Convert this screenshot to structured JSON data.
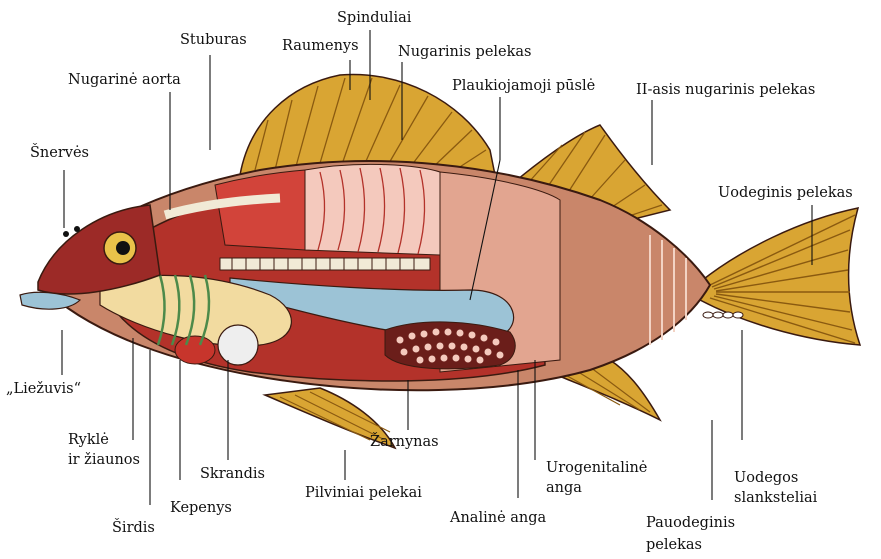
{
  "labels": {
    "spinduliai": "Spinduliai",
    "stuburas": "Stuburas",
    "raumenys": "Raumenys",
    "nugarinis_pelekas": "Nugarinis pelekas",
    "nugarine_aorta": "Nugarinė aorta",
    "plaukiojamoji_puslė": "Plaukiojamoji pūslė",
    "ii_asis_nugarinis_pelekas": "II-asis nugarinis pelekas",
    "snerves": "Šnervės",
    "uodeginis_pelekas": "Uodeginis pelekas",
    "liezuvis": "„Liežuvis“",
    "rykle_line1": "Ryklė",
    "rykle_line2": "ir žiaunos",
    "zarnynas": "Žarnynas",
    "urogenitaline_line1": "Urogenitalinė",
    "urogenitaline_line2": "anga",
    "uodegos_line1": "Uodegos",
    "uodegos_line2": "slanksteliai",
    "skrandis": "Skrandis",
    "pilviniai_pelekai": "Pilviniai pelekai",
    "kepenys": "Kepenys",
    "analine_anga": "Analinė anga",
    "pauodeginis_line1": "Pauodeginis",
    "pauodeginis_line2": "pelekas",
    "sirdis": "Širdis"
  },
  "colors": {
    "fin": "#d9a533",
    "fin_ray": "#8a5a10",
    "body_red": "#b3322a",
    "muscle_red": "#d2443a",
    "muscle_pink": "#f4c9bd",
    "skin": "#c9866a",
    "head": "#9c2a27",
    "swim_bladder": "#9cc3d6",
    "liver": "#f2dba0",
    "intestine_bg": "#6b1e1a",
    "outline": "#3a1a10"
  }
}
